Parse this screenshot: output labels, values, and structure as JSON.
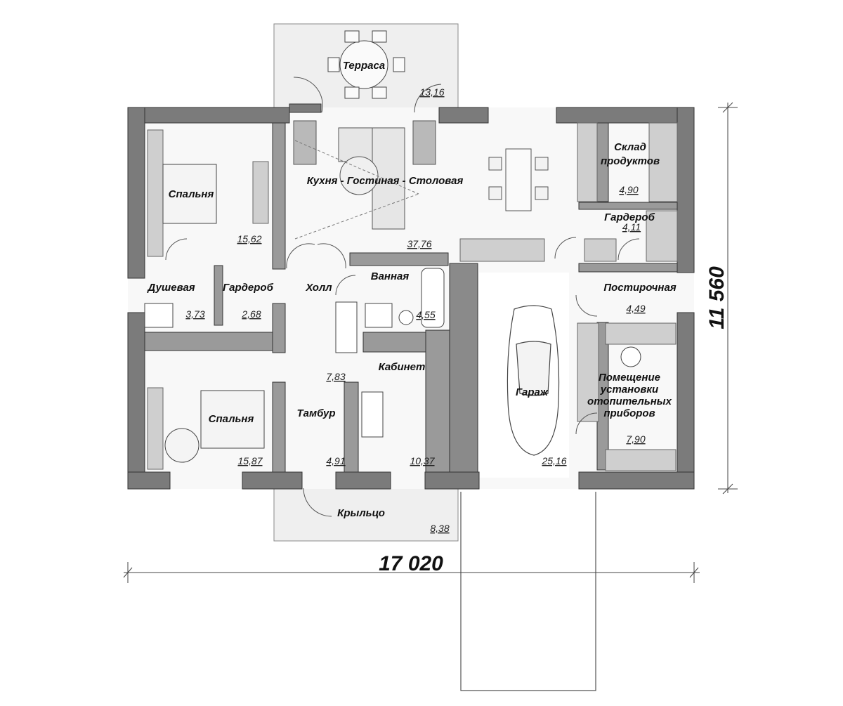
{
  "plan": {
    "dimensions": {
      "width_label": "17 020",
      "height_label": "11 560"
    },
    "rooms": [
      {
        "id": "terrace",
        "name": "Терраса",
        "area": "13,16"
      },
      {
        "id": "kitchen",
        "name": "Кухня - Гостиная - Столовая",
        "area": "37,76"
      },
      {
        "id": "pantry",
        "name_lines": [
          "Склад",
          "продуктов"
        ],
        "area": "4,90"
      },
      {
        "id": "bedroom-1",
        "name": "Спальня",
        "area": "15,62"
      },
      {
        "id": "wardrobe-2",
        "name": "Гардероб",
        "area": "4,11"
      },
      {
        "id": "shower",
        "name": "Душевая",
        "area": "3,73"
      },
      {
        "id": "wardrobe-1",
        "name": "Гардероб",
        "area": "2,68"
      },
      {
        "id": "hall",
        "name": "Холл",
        "area": "7,83"
      },
      {
        "id": "bathroom",
        "name": "Ванная",
        "area": "4,55"
      },
      {
        "id": "laundry",
        "name": "Постирочная",
        "area": "4,49"
      },
      {
        "id": "study",
        "name": "Кабинет",
        "area": "10,37"
      },
      {
        "id": "garage",
        "name": "Гараж",
        "area": "25,16"
      },
      {
        "id": "boiler",
        "name_lines": [
          "Помещение",
          "установки",
          "отопительных",
          "приборов"
        ],
        "area": "7,90"
      },
      {
        "id": "bedroom-2",
        "name": "Спальня",
        "area": "15,87"
      },
      {
        "id": "vestibule",
        "name": "Тамбур",
        "area": "4,91"
      },
      {
        "id": "porch",
        "name": "Крыльцо",
        "area": "8,38"
      }
    ]
  }
}
